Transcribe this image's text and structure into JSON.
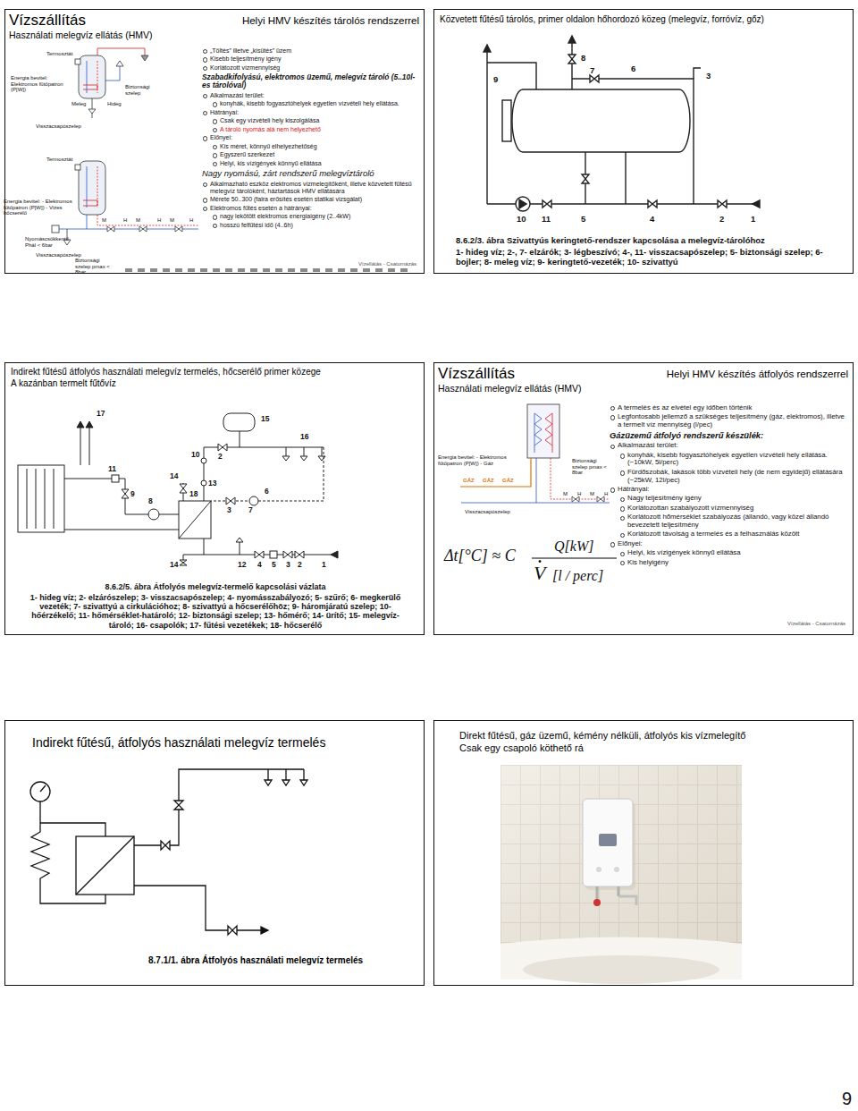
{
  "diagram": {
    "nodes": [
      {
        "text": [
          "Vízszállítás",
          "Használati melegvíz ellátás (HMV)",
          "Helyi HMV készítés tárolós rendszerrel",
          "„Töltés” illetve „kisütés” üzem",
          "Kisebb teljesítmény igény",
          "Korlátozott vízmennyiség",
          "Szabadkifolyású, elektromos üzemű, melegvíz tároló (5..10l-es tárolóval)",
          "Alkalmazási terület:",
          "konyhák, kisebb fogyasztóhelyek egyetlen vízvételi hely ellátása.",
          "Hátrányai:",
          "Csak egy vízvételi hely kiszolgálása",
          "A tároló nyomás alá nem helyezhető",
          "Előnyei:",
          "Kis méret, könnyű elhelyezhetőség",
          "Egyszerű szerkezet",
          "Helyi, kis vízigények könnyű ellátása",
          "Nagy nyomású, zárt rendszerű melegvíztároló",
          "Alkalmazható eszköz elektromos vízmelegítőként, illetve közvetett fűtésű melegvíz tárolóként, háztartások HMV ellátására",
          "Mérete 50..300 (falra erősítés esetén statikai vizsgálat)",
          "Elektromos fűtés esetén a hátrányai:",
          "nagy lekötött elektromos energiaigény (2..4kW)",
          "hosszú felfűtési idő (4..6h)",
          "Vízellátás - Csatornázás"
        ]
      },
      {
        "text": [
          "Közvetett fűtésű tárolós, primer oldalon hőhordozó közeg (melegvíz, forróvíz, gőz)",
          "8.6.2/3. ábra Szivattyús keringtető-rendszer kapcsolása a melegvíz-tárolóhoz",
          "1- hideg víz; 2-, 7- elzárók; 3- légbeszívó; 4-, 11- visszacsapószelep; 5- biztonsági szelep; 6- bojler; 8- meleg víz; 9- keringtető-vezeték; 10- szivattyú"
        ]
      },
      {
        "text": [
          "Indirekt fűtésű átfolyós használati melegvíz termelés, hőcserélő primer közege",
          "A kazánban termelt fűtővíz",
          "8.6.2/5. ábra Átfolyós melegvíz-termelő kapcsolási vázlata",
          "1- hideg víz; 2- elzárószelep; 3- visszacsapószelep; 4- nyomásszabályozó; 5- szűrő; 6- megkerülő vezeték; 7- szivattyú a cirkulációhoz; 8- szivattyú a hőcserélőhöz; 9- háromjáratú szelep; 10- hőérzékelő; 11- hőmérséklet-határoló; 12- biztonsági szelep; 13- hőmérő; 14- ürítő; 15- melegvíz-tároló; 16- csapolók; 17- fűtési vezetékek; 18- hőcserélő"
        ]
      },
      {
        "text": [
          "Vízszállítás",
          "Használati melegvíz ellátás (HMV)",
          "Helyi HMV készítés átfolyós rendszerrel",
          "A termelés és az elvétel egy időben történik",
          "Legfontosabb jellemző a szükséges teljesítmény (gáz, elektromos), illetve a termelt víz mennyiség (l/pec)",
          "Gázüzemű átfolyó rendszerű készülék:",
          "Alkalmazási terület:",
          "konyhák, kisebb fogyasztóhelyek egyetlen vízvételi hely ellátása. (~10kW, 5l/perc)",
          "Fürdőszobák, lakások több vízvételi hely (de nem egyidejű) ellátására (~25kW, 12l/pec)",
          "Hátrányai:",
          "Nagy teljesítmény igény",
          "Korlátozottan szabályozott vízmennyiség",
          "Korlátozott hőmérséklet szabályozás (állandó, vagy közel állandó bevezetett teljesítmény",
          "Korlátozott távolság a termelés és a felhasználás között",
          "Előnyei:",
          "Helyi, kis vízigények könnyű ellátása",
          "Kis helyigény",
          "Vízellátás - Csatornázás"
        ]
      },
      {
        "text": [
          "Indirekt fűtésű, átfolyós használati melegvíz termelés",
          "8.7.1/1. ábra Átfolyós használati melegvíz termelés"
        ]
      },
      {
        "text": [
          "Direkt fűtésű, gáz üzemű, kémény nélküli, átfolyós kis vízmelegítő",
          "Csak egy csapoló köthető rá"
        ]
      }
    ],
    "labels": [
      "Termosztát",
      "Energia bevitel: Elektromos fűtőpatron (P[W])",
      "Meleg",
      "Hideg",
      "Biztonsági szelep",
      "Visszacsapószelep",
      "Termosztát",
      "Energia bevitel: - Elektromos fűtőpatron (P[W]) - Vizes hőcserélő",
      "Nyomáscsökkentő Phál < 6bar",
      "Visszacsapószelep",
      "Biztonsági szelep pmax < 8bar",
      "M",
      "H",
      "M",
      "H",
      "M",
      "H",
      "9",
      "8",
      "7",
      "6",
      "3",
      "10",
      "11",
      "5",
      "4",
      "2",
      "1",
      "17",
      "15",
      "16",
      "10",
      "2",
      "11",
      "14",
      "13",
      "9",
      "8",
      "18",
      "6",
      "3",
      "7",
      "14",
      "12",
      "4",
      "5",
      "3",
      "2",
      "1",
      "Energia bevitel: - Elektromos fűtőpatron (P[W]) - Gáz",
      "GÁZ",
      "GÁZ",
      "GÁZ",
      "Biztonsági szelep pmax < 8bar",
      "Visszacsapószelep",
      "M",
      "H",
      "M",
      "H",
      "Δt[°C] ≈ C",
      "Q[kW]",
      "V",
      "[l / perc]",
      "9"
    ]
  }
}
